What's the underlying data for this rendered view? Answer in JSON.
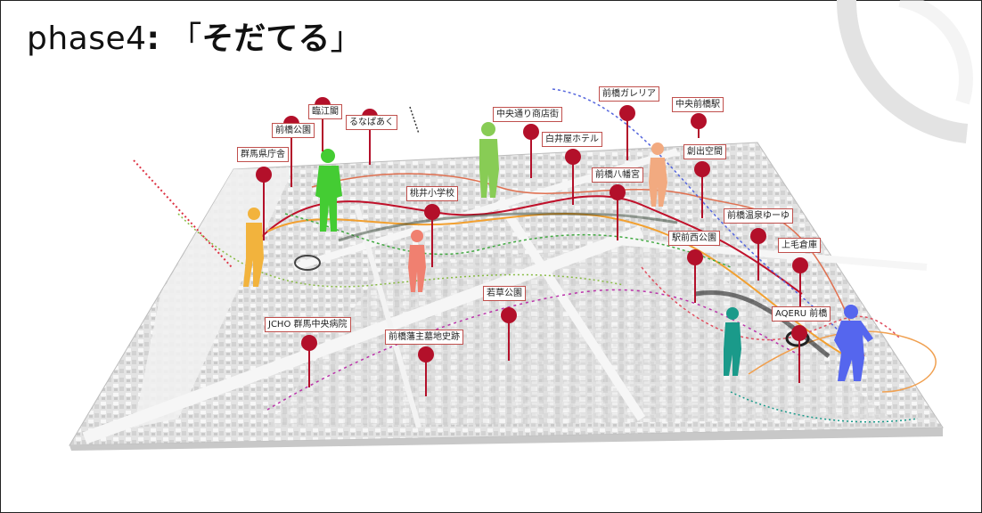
{
  "title": {
    "phase": "phase4",
    "colon": ":",
    "open": "「",
    "name": "そだてる",
    "close": "」"
  },
  "colors": {
    "pin": "#b3102a",
    "label_border": "#c0504d",
    "model": "#e6e6e6",
    "road": "#f4f4f4"
  },
  "landmarks": [
    {
      "name": "臨江閣"
    },
    {
      "name": "前橋公園"
    },
    {
      "name": "るなぱあく"
    },
    {
      "name": "群馬県庁舎"
    },
    {
      "name": "桃井小学校"
    },
    {
      "name": "中央通り商店街"
    },
    {
      "name": "白井屋ホテル"
    },
    {
      "name": "前橋ガレリア"
    },
    {
      "name": "中央前橋駅"
    },
    {
      "name": "前橋八幡宮"
    },
    {
      "name": "創出空間"
    },
    {
      "name": "前橋温泉ゆーゆ"
    },
    {
      "name": "駅前西公園"
    },
    {
      "name": "上毛倉庫"
    },
    {
      "name": "若草公園"
    },
    {
      "name": "JCHO 群馬中央病院"
    },
    {
      "name": "前橋藩主墓地史跡"
    },
    {
      "name": "AQERU 前橋"
    }
  ],
  "people_icons": [
    {
      "icon": "person-walking-icon",
      "color": "#f2b33d"
    },
    {
      "icon": "person-standing-icon",
      "color": "#44cc33"
    },
    {
      "icon": "person-standing-icon",
      "color": "#88cc55"
    },
    {
      "icon": "person-standing-icon",
      "color": "#f08070"
    },
    {
      "icon": "person-standing-icon",
      "color": "#f2aa80"
    },
    {
      "icon": "person-walking-icon",
      "color": "#1a9a8a"
    },
    {
      "icon": "person-walking-icon",
      "color": "#5566ee"
    }
  ]
}
